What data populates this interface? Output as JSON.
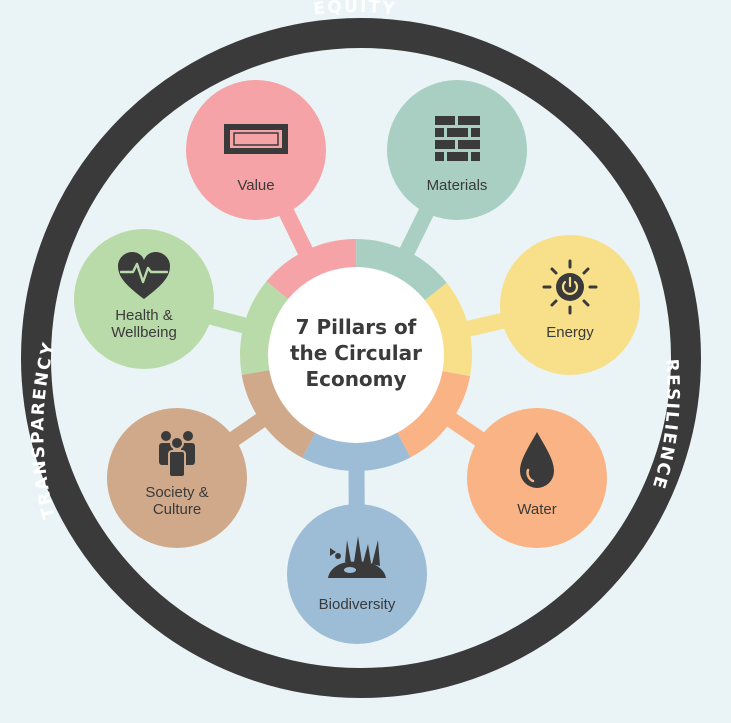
{
  "outer_ring": {
    "top": "EQUITY",
    "right": "RESILIENCE",
    "left": "TRANSPARENCY",
    "color": "#3a3a3a"
  },
  "center": {
    "title_line1": "7 Pillars of",
    "title_line2": "the Circular",
    "title_line3": "Economy"
  },
  "pillars": [
    {
      "label_line1": "Value",
      "label_line2": "",
      "color": "#f5a3a6",
      "icon": "banknote-icon"
    },
    {
      "label_line1": "Materials",
      "label_line2": "",
      "color": "#a9cfc2",
      "icon": "brick-wall-icon"
    },
    {
      "label_line1": "Energy",
      "label_line2": "",
      "color": "#f8df8a",
      "icon": "sun-power-icon"
    },
    {
      "label_line1": "Water",
      "label_line2": "",
      "color": "#f9b385",
      "icon": "water-drop-icon"
    },
    {
      "label_line1": "Biodiversity",
      "label_line2": "",
      "color": "#9dbcd6",
      "icon": "ecosystem-icon"
    },
    {
      "label_line1": "Society &",
      "label_line2": "Culture",
      "color": "#cfa98a",
      "icon": "people-group-icon"
    },
    {
      "label_line1": "Health &",
      "label_line2": "Wellbeing",
      "color": "#b9dba9",
      "icon": "heart-pulse-icon"
    }
  ]
}
